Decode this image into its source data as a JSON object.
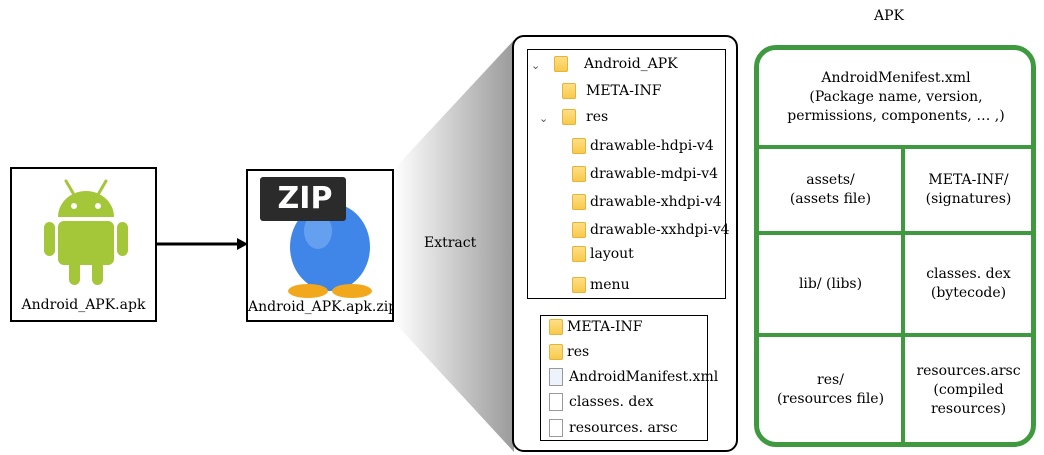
{
  "apk_file": {
    "label": "Android_APK.apk",
    "colors": {
      "android_green": "#a4c639"
    }
  },
  "zip_file": {
    "label": "Android_APK.apk.zip",
    "badge": "ZIP",
    "colors": {
      "egg_blue": "#3f86e8",
      "feet": "#f2a81c"
    }
  },
  "extract_label": "Extract",
  "tree_top": {
    "items": [
      {
        "label": "Android_APK",
        "icon": "folder-icon",
        "expanded": true
      },
      {
        "label": "META-INF",
        "icon": "folder-icon"
      },
      {
        "label": "res",
        "icon": "folder-icon",
        "expanded": true
      },
      {
        "label": "drawable-hdpi-v4",
        "icon": "folder-icon"
      },
      {
        "label": "drawable-mdpi-v4",
        "icon": "folder-icon"
      },
      {
        "label": "drawable-xhdpi-v4",
        "icon": "folder-icon"
      },
      {
        "label": "drawable-xxhdpi-v4",
        "icon": "folder-icon"
      },
      {
        "label": "layout",
        "icon": "folder-icon"
      },
      {
        "label": "menu",
        "icon": "folder-icon"
      }
    ]
  },
  "tree_bottom": {
    "items": [
      {
        "label": "META-INF",
        "icon": "folder-icon"
      },
      {
        "label": "res",
        "icon": "folder-icon"
      },
      {
        "label": "AndroidManifest.xml",
        "icon": "xml-file-icon"
      },
      {
        "label": "classes. dex",
        "icon": "file-icon"
      },
      {
        "label": "resources. arsc",
        "icon": "file-icon"
      }
    ]
  },
  "apk_structure": {
    "title": "APK",
    "manifest": {
      "line1": "AndroidMenifest.xml",
      "line2": "(Package name, version,",
      "line3": "permissions, components, … ,)"
    },
    "assets": {
      "line1": "assets/",
      "line2": "(assets file)"
    },
    "meta_inf": {
      "line1": "META-INF/",
      "line2": "(signatures)"
    },
    "lib": {
      "line1": "lib/ (libs)"
    },
    "classes": {
      "line1": "classes. dex",
      "line2": "(bytecode)"
    },
    "res": {
      "line1": "res/",
      "line2": "(resources file)"
    },
    "resources": {
      "line1": "resources.arsc",
      "line2": "(compiled",
      "line3": "resources)"
    },
    "colors": {
      "border": "#3f9a3f"
    }
  }
}
